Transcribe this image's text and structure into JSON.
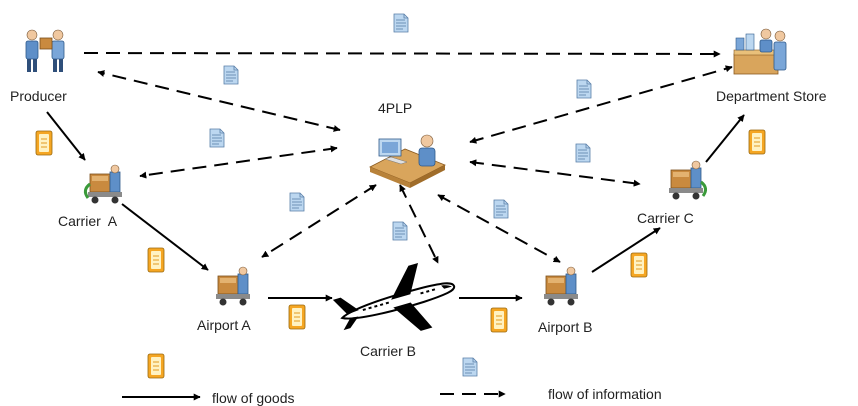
{
  "nodes": {
    "producer": "Producer",
    "department_store": "Department Store",
    "fourplp": "4PLP",
    "carrier_a": "Carrier  A",
    "carrier_b": "Carrier B",
    "carrier_c": "Carrier C",
    "airport_a": "Airport A",
    "airport_b": "Airport B"
  },
  "legend": {
    "goods": "flow of goods",
    "information": "flow of information"
  },
  "colors": {
    "line": "#000000",
    "product_orange": "#f5a623",
    "product_cream": "#fff2c2",
    "document_blue": "#bcd7f0",
    "figure_blue": "#5e8fc8",
    "box_brown": "#c98a3f",
    "desk_wood": "#d9a55c",
    "recycle_green": "#3a9a3a"
  },
  "icons": {
    "document": "document-icon",
    "product": "product-box-icon",
    "airplane": "airplane-icon",
    "person": "person-icon",
    "forklift": "forklift-icon",
    "desk": "desk-worker-icon",
    "store": "store-icon"
  }
}
